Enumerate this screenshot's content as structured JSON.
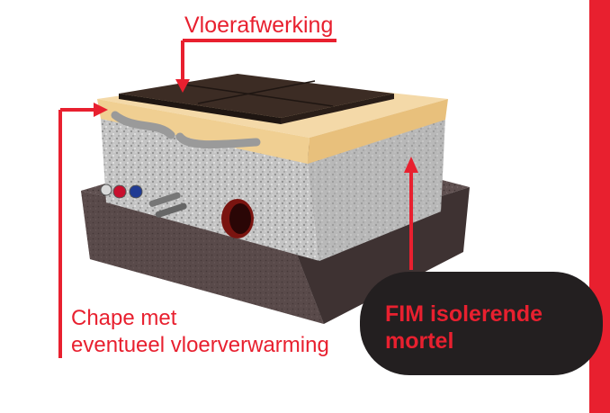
{
  "labels": {
    "floor_finish": "Vloerafwerking",
    "screed_line1": "Chape met",
    "screed_line2": "eventueel vloerverwarming",
    "fim_line1": "FIM isolerende",
    "fim_line2": "mortel"
  },
  "colors": {
    "accent_red": "#e8202f",
    "callout_dark": "#231f20",
    "screed": "#f4d9a8",
    "tile": "#3c2c24",
    "mortar": "#bdbdbd",
    "base": "#5a4a4a"
  }
}
